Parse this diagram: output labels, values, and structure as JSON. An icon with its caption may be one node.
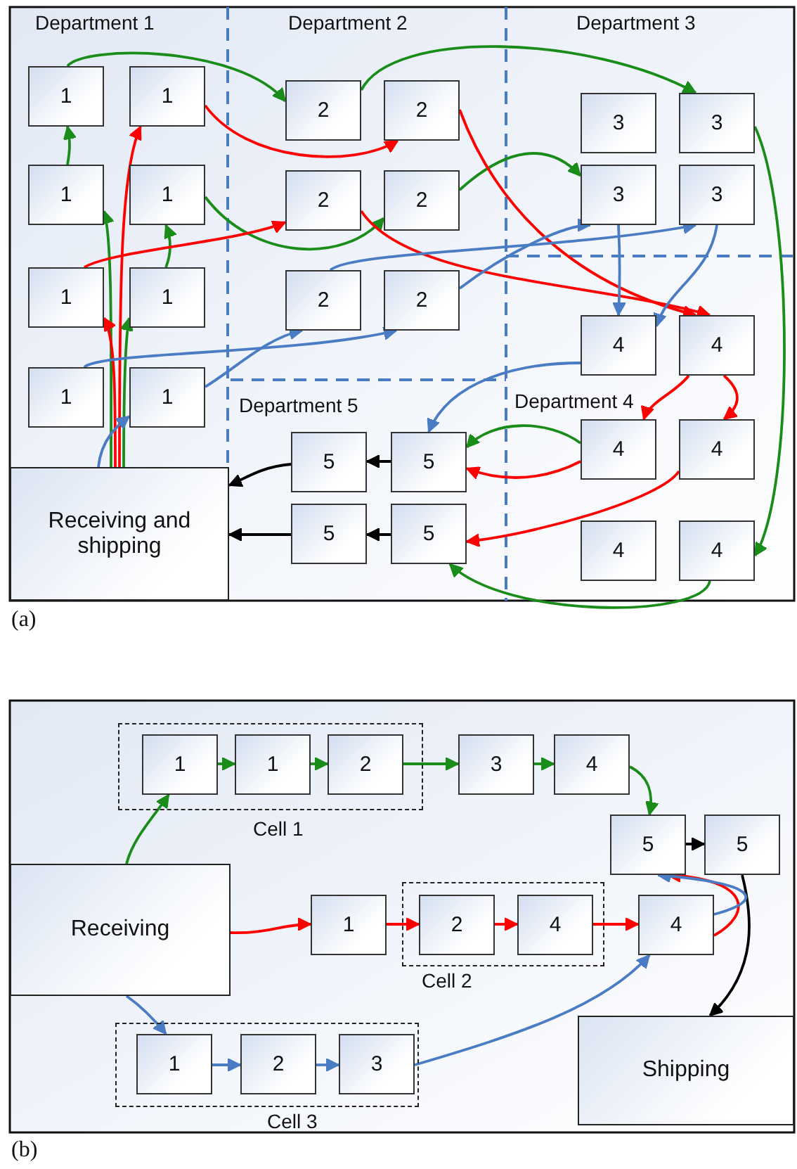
{
  "diagram": {
    "nodes": [
      {
        "text": [
          "Department 1"
        ]
      },
      {
        "text": [
          "1"
        ],
        "in": 0
      },
      {
        "text": [
          "1"
        ],
        "in": 0
      },
      {
        "text": [
          "1"
        ],
        "in": 0
      },
      {
        "text": [
          "1"
        ],
        "in": 0
      },
      {
        "text": [
          "1"
        ],
        "in": 0
      },
      {
        "text": [
          "1"
        ],
        "in": 0
      },
      {
        "text": [
          "1"
        ],
        "in": 0
      },
      {
        "text": [
          "1"
        ],
        "in": 0
      },
      {
        "text": [
          "Department 2"
        ]
      },
      {
        "text": [
          "2"
        ],
        "in": 9
      },
      {
        "text": [
          "2"
        ],
        "in": 9
      },
      {
        "text": [
          "2"
        ],
        "in": 9
      },
      {
        "text": [
          "2"
        ],
        "in": 9
      },
      {
        "text": [
          "2"
        ],
        "in": 9
      },
      {
        "text": [
          "2"
        ],
        "in": 9
      },
      {
        "text": [
          "Department 3"
        ]
      },
      {
        "text": [
          "3"
        ],
        "in": 16
      },
      {
        "text": [
          "3"
        ],
        "in": 16
      },
      {
        "text": [
          "3"
        ],
        "in": 16
      },
      {
        "text": [
          "3"
        ],
        "in": 16
      },
      {
        "text": [
          "Department 4"
        ]
      },
      {
        "text": [
          "4"
        ],
        "in": 21
      },
      {
        "text": [
          "4"
        ],
        "in": 21
      },
      {
        "text": [
          "4"
        ],
        "in": 21
      },
      {
        "text": [
          "4"
        ],
        "in": 21
      },
      {
        "text": [
          "4"
        ],
        "in": 21
      },
      {
        "text": [
          "4"
        ],
        "in": 21
      },
      {
        "text": [
          "Department 5"
        ]
      },
      {
        "text": [
          "5"
        ],
        "in": 28
      },
      {
        "text": [
          "5"
        ],
        "in": 28
      },
      {
        "text": [
          "5"
        ],
        "in": 28
      },
      {
        "text": [
          "5"
        ],
        "in": 28
      },
      {
        "text": [
          "Receiving and shipping"
        ]
      },
      {
        "text": [
          "Cell 1"
        ]
      },
      {
        "text": [
          "1"
        ],
        "in": 34
      },
      {
        "text": [
          "1"
        ],
        "in": 34
      },
      {
        "text": [
          "2"
        ],
        "in": 34
      },
      {
        "text": [
          "3"
        ]
      },
      {
        "text": [
          "4"
        ]
      },
      {
        "text": [
          "5"
        ]
      },
      {
        "text": [
          "5"
        ]
      },
      {
        "text": [
          "Receiving"
        ]
      },
      {
        "text": [
          "1"
        ]
      },
      {
        "text": [
          "Cell 2"
        ]
      },
      {
        "text": [
          "2"
        ],
        "in": 44
      },
      {
        "text": [
          "4"
        ],
        "in": 44
      },
      {
        "text": [
          "4"
        ]
      },
      {
        "text": [
          "Cell 3"
        ]
      },
      {
        "text": [
          "1"
        ],
        "in": 48
      },
      {
        "text": [
          "2"
        ],
        "in": 48
      },
      {
        "text": [
          "3"
        ],
        "in": 48
      },
      {
        "text": [
          "Shipping"
        ]
      }
    ],
    "edges": [
      {
        "from": 33,
        "to": 6,
        "arrow": "to",
        "color": "#1a8c1a"
      },
      {
        "from": 33,
        "to": 3,
        "arrow": "to",
        "color": "#1a8c1a"
      },
      {
        "from": 3,
        "to": 1,
        "arrow": "to",
        "color": "#1a8c1a"
      },
      {
        "from": 1,
        "to": 10,
        "arrow": "to",
        "color": "#1a8c1a"
      },
      {
        "from": 10,
        "to": 18,
        "arrow": "to",
        "color": "#1a8c1a"
      },
      {
        "from": 18,
        "to": 27,
        "arrow": "to",
        "color": "#1a8c1a"
      },
      {
        "from": 27,
        "to": 32,
        "arrow": "to",
        "color": "#1a8c1a"
      },
      {
        "from": 6,
        "to": 4,
        "arrow": "to",
        "color": "#1a8c1a"
      },
      {
        "from": 4,
        "to": 13,
        "arrow": "to",
        "color": "#1a8c1a"
      },
      {
        "from": 13,
        "to": 19,
        "arrow": "to",
        "color": "#1a8c1a"
      },
      {
        "from": 24,
        "to": 30,
        "arrow": "to",
        "color": "#1a8c1a"
      },
      {
        "from": 33,
        "to": 2,
        "arrow": "to",
        "color": "#ff0000"
      },
      {
        "from": 33,
        "to": 5,
        "arrow": "to",
        "color": "#ff0000"
      },
      {
        "from": 5,
        "to": 12,
        "arrow": "to",
        "color": "#ff0000"
      },
      {
        "from": 12,
        "to": 23,
        "arrow": "to",
        "color": "#ff0000"
      },
      {
        "from": 2,
        "to": 11,
        "arrow": "to",
        "color": "#ff0000"
      },
      {
        "from": 11,
        "to": 23,
        "arrow": "to",
        "color": "#ff0000"
      },
      {
        "from": 23,
        "to": 24,
        "arrow": "to",
        "color": "#ff0000"
      },
      {
        "from": 23,
        "to": 25,
        "arrow": "to",
        "color": "#ff0000"
      },
      {
        "from": 24,
        "to": 30,
        "arrow": "to",
        "color": "#ff0000"
      },
      {
        "from": 25,
        "to": 32,
        "arrow": "to",
        "color": "#ff0000"
      },
      {
        "from": 33,
        "to": 8,
        "arrow": "to",
        "color": "#4a7cc4"
      },
      {
        "from": 7,
        "to": 15,
        "arrow": "to",
        "color": "#4a7cc4"
      },
      {
        "from": 8,
        "to": 14,
        "arrow": "to",
        "color": "#4a7cc4"
      },
      {
        "from": 15,
        "to": 19,
        "arrow": "to",
        "color": "#4a7cc4"
      },
      {
        "from": 14,
        "to": 20,
        "arrow": "to",
        "color": "#4a7cc4"
      },
      {
        "from": 19,
        "to": 22,
        "arrow": "to",
        "color": "#4a7cc4"
      },
      {
        "from": 20,
        "to": 22,
        "arrow": "to",
        "color": "#4a7cc4"
      },
      {
        "from": 22,
        "to": 30,
        "arrow": "to",
        "color": "#4a7cc4"
      },
      {
        "from": 30,
        "to": 29,
        "arrow": "to",
        "color": "#000000"
      },
      {
        "from": 29,
        "to": 33,
        "arrow": "to",
        "color": "#000000"
      },
      {
        "from": 32,
        "to": 31,
        "arrow": "to",
        "color": "#000000"
      },
      {
        "from": 31,
        "to": 33,
        "arrow": "to",
        "color": "#000000"
      },
      {
        "from": 42,
        "to": 35,
        "arrow": "to",
        "color": "#1a8c1a"
      },
      {
        "from": 35,
        "to": 36,
        "arrow": "to",
        "color": "#1a8c1a"
      },
      {
        "from": 36,
        "to": 37,
        "arrow": "to",
        "color": "#1a8c1a"
      },
      {
        "from": 37,
        "to": 38,
        "arrow": "to",
        "color": "#1a8c1a"
      },
      {
        "from": 38,
        "to": 39,
        "arrow": "to",
        "color": "#1a8c1a"
      },
      {
        "from": 39,
        "to": 40,
        "arrow": "to",
        "color": "#1a8c1a"
      },
      {
        "from": 40,
        "to": 41,
        "arrow": "to",
        "color": "#000000"
      },
      {
        "from": 41,
        "to": 52,
        "arrow": "to",
        "color": "#000000"
      },
      {
        "from": 42,
        "to": 43,
        "arrow": "to",
        "color": "#ff0000"
      },
      {
        "from": 43,
        "to": 45,
        "arrow": "to",
        "color": "#ff0000"
      },
      {
        "from": 45,
        "to": 46,
        "arrow": "to",
        "color": "#ff0000"
      },
      {
        "from": 46,
        "to": 47,
        "arrow": "to",
        "color": "#ff0000"
      },
      {
        "from": 47,
        "to": 40,
        "arrow": "to",
        "color": "#ff0000"
      },
      {
        "from": 42,
        "to": 49,
        "arrow": "to",
        "color": "#4a7cc4"
      },
      {
        "from": 49,
        "to": 50,
        "arrow": "to",
        "color": "#4a7cc4"
      },
      {
        "from": 50,
        "to": 51,
        "arrow": "to",
        "color": "#4a7cc4"
      },
      {
        "from": 51,
        "to": 47,
        "arrow": "to",
        "color": "#4a7cc4"
      },
      {
        "from": 47,
        "to": 40,
        "arrow": "to",
        "color": "#4a7cc4"
      }
    ],
    "labels": [
      "(a)",
      "(b)"
    ]
  }
}
